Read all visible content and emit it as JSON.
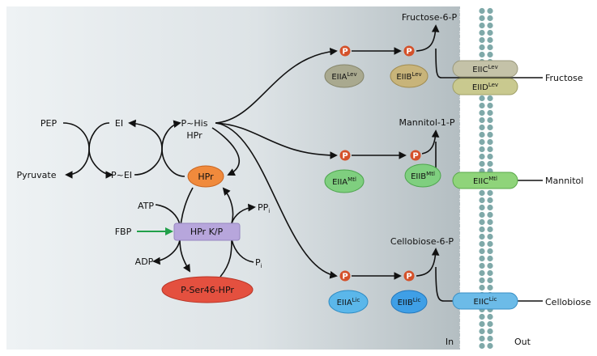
{
  "labels": {
    "pep": "PEP",
    "ei": "EI",
    "p_his": "P~His",
    "hpr_top": "HPr",
    "pyruvate": "Pyruvate",
    "p_ei": "P~EI",
    "hpr": "HPr",
    "atp": "ATP",
    "pp": "PP",
    "pp_sub": "i",
    "fbp": "FBP",
    "hprkp": "HPr K/P",
    "adp": "ADP",
    "pi": "P",
    "pi_sub": "i",
    "pser": "P-Ser46-HPr",
    "phospho": "P",
    "fru6p": "Fructose-6-P",
    "man1p": "Mannitol-1-P",
    "cel6p": "Cellobiose-6-P",
    "fructose": "Fructose",
    "mannitol": "Mannitol",
    "cellobiose": "Cellobiose",
    "in": "In",
    "out": "Out"
  },
  "proteins": {
    "eiia_lev": {
      "base": "EIIA",
      "sup": "Lev"
    },
    "eiib_lev": {
      "base": "EIIB",
      "sup": "Lev"
    },
    "eiic_lev": {
      "base": "EIIC",
      "sup": "Lev"
    },
    "eiid_lev": {
      "base": "EIID",
      "sup": "Lev"
    },
    "eiia_mtl": {
      "base": "EIIA",
      "sup": "Mtl"
    },
    "eiib_mtl": {
      "base": "EIIB",
      "sup": "Mtl"
    },
    "eiic_mtl": {
      "base": "EIIC",
      "sup": "Mtl"
    },
    "eiia_lic": {
      "base": "EIIA",
      "sup": "Lic"
    },
    "eiib_lic": {
      "base": "EIIB",
      "sup": "Lic"
    },
    "eiic_lic": {
      "base": "EIIC",
      "sup": "Lic"
    }
  },
  "colors": {
    "hpr": "#f08a3c",
    "hprkp": "#b7a6dc",
    "pser": "#e4503f",
    "lev_a": "#a9a98f",
    "lev_b": "#c8b47a",
    "lev_cd": "#c9c98f",
    "mtl": "#7fcf7f",
    "lic": "#5bb7ea",
    "phospho": "#d4512a",
    "fbp_arrow": "#22a04a",
    "membrane": "#7fa9a9"
  }
}
